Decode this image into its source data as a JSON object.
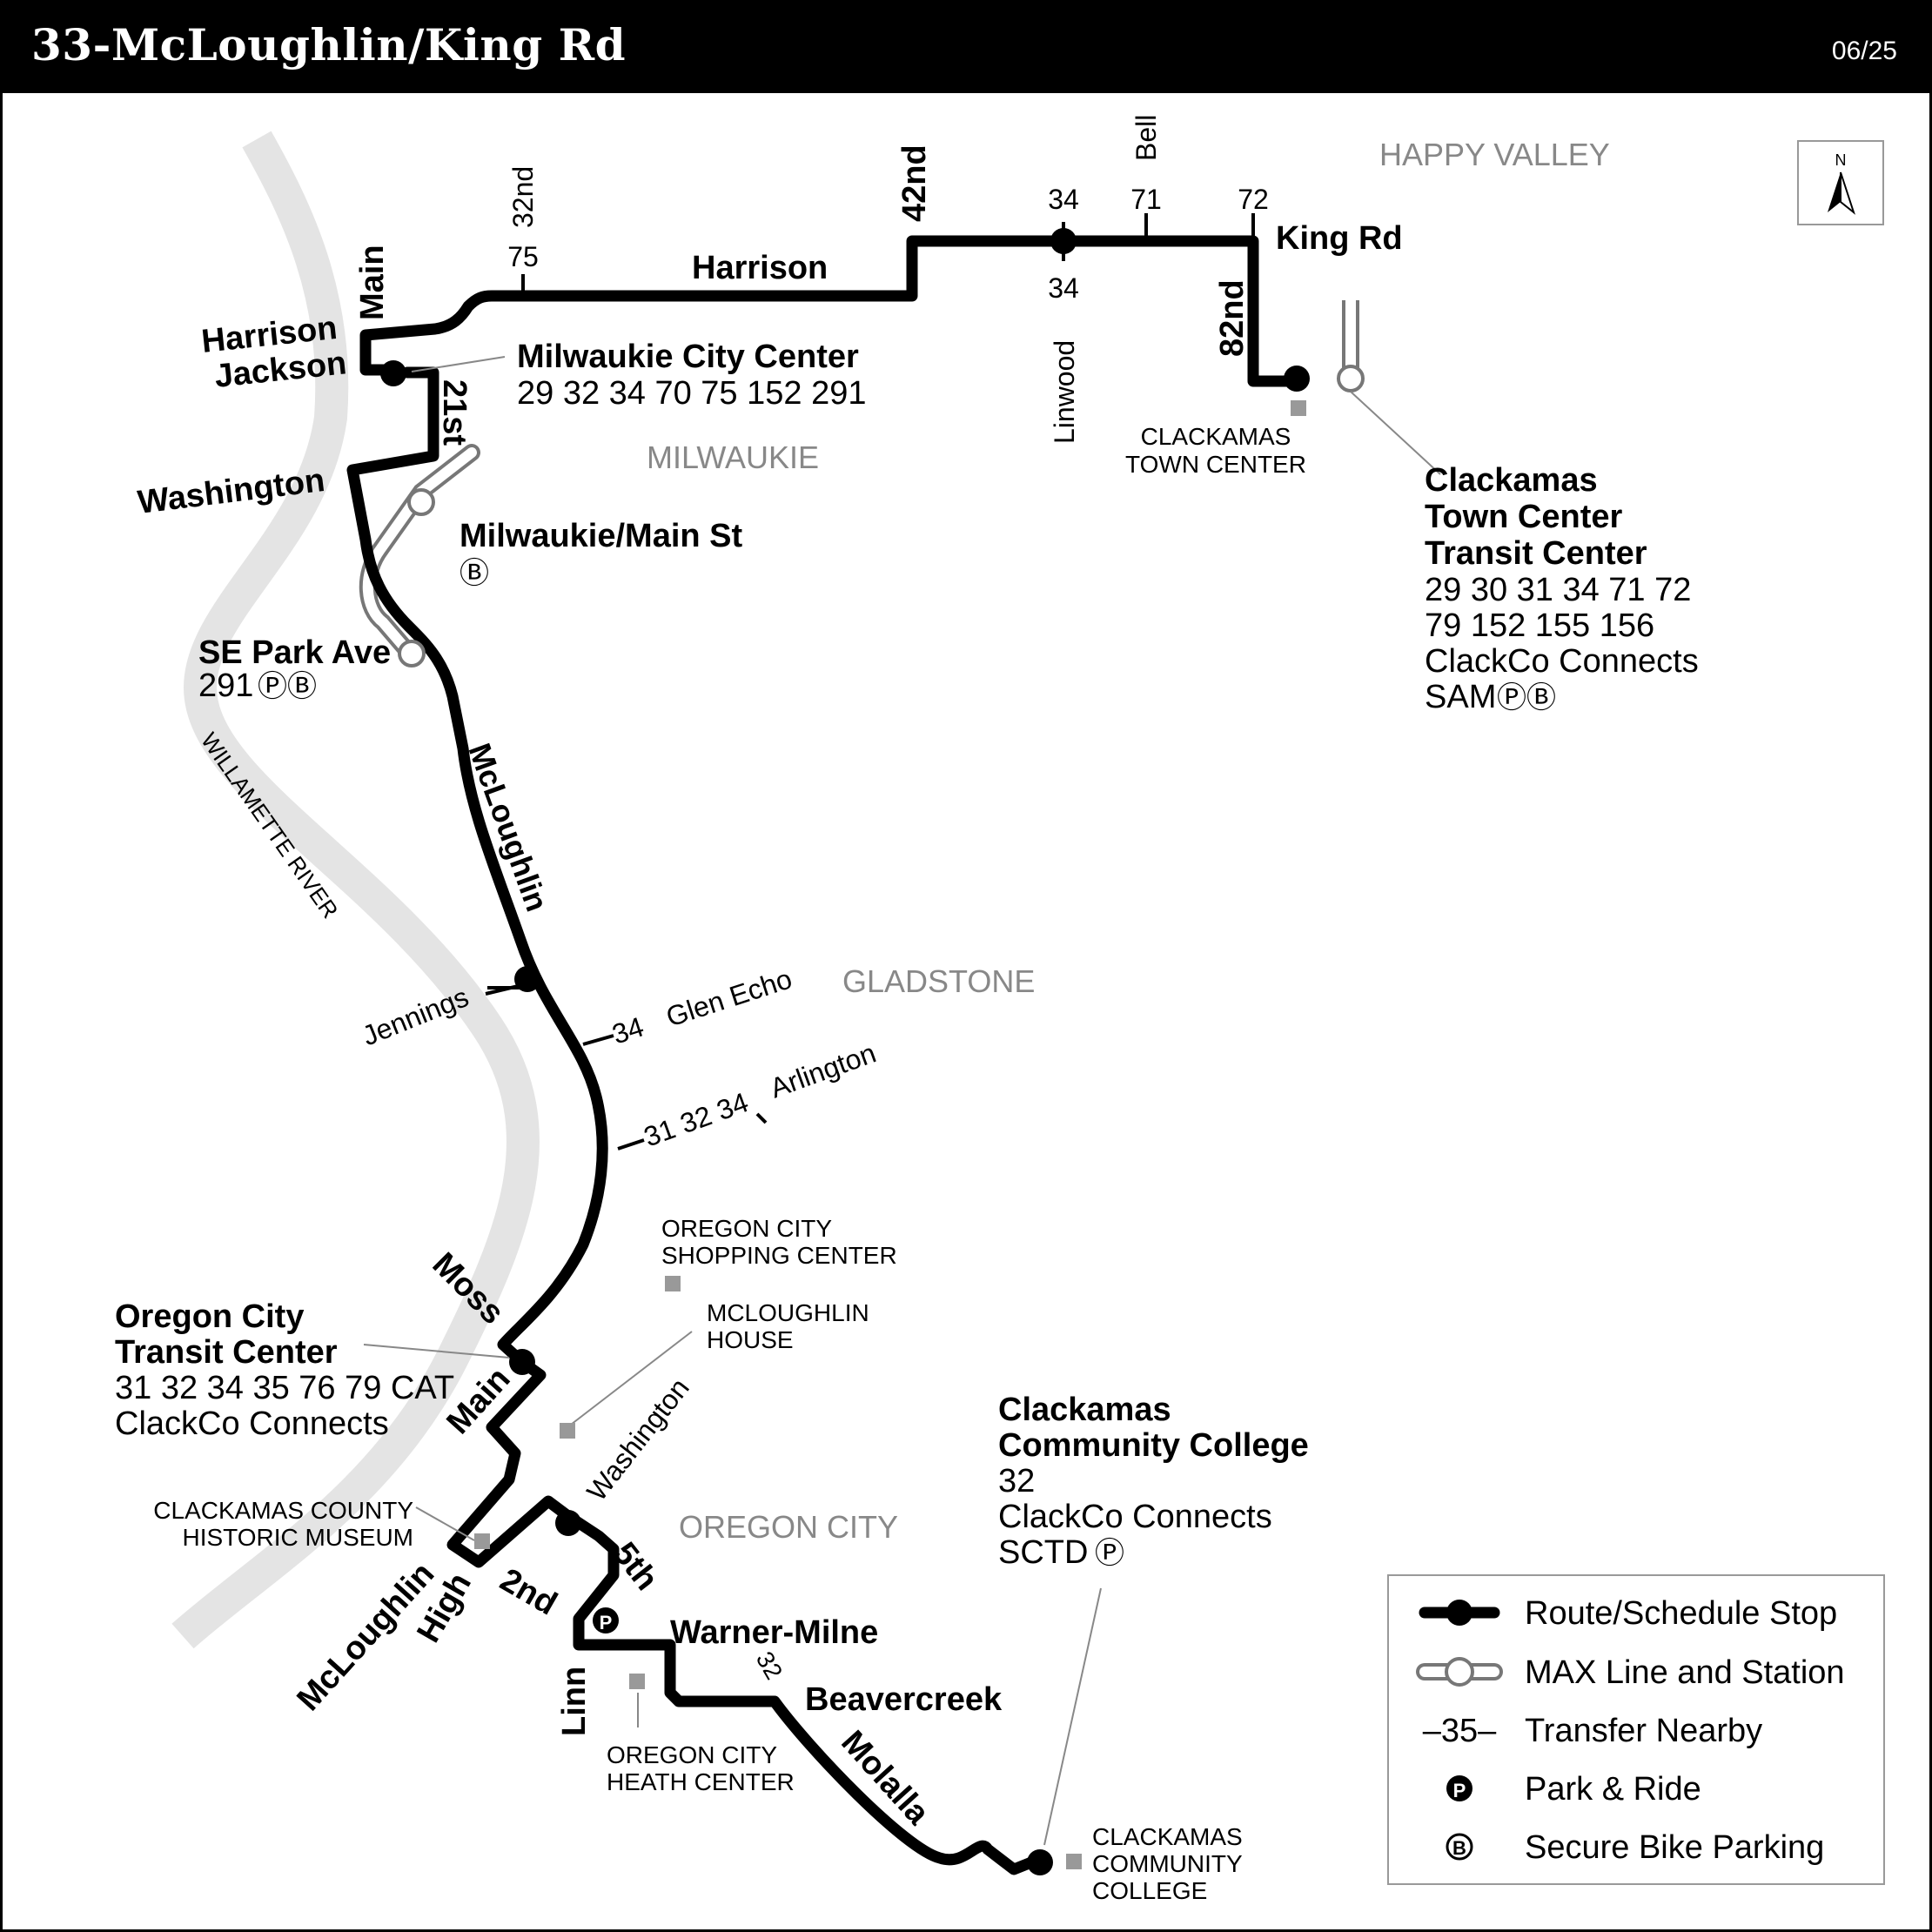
{
  "header": {
    "title": "33-McLoughlin/King Rd",
    "date": "06/25"
  },
  "areas": {
    "happy_valley": "HAPPY VALLEY",
    "milwaukie": "MILWAUKIE",
    "gladstone": "GLADSTONE",
    "oregon_city": "OREGON CITY"
  },
  "river": "WILLAMETTE RIVER",
  "compass": "N",
  "streets": {
    "main_north": "Main",
    "harrison_west": "Harrison",
    "jackson": "Jackson",
    "st21": "21st",
    "washington_north": "Washington",
    "harrison": "Harrison",
    "nd42": "42nd",
    "king_rd": "King Rd",
    "nd82": "82nd",
    "nd32": "32nd",
    "linwood": "Linwood",
    "bell": "Bell",
    "mcloughlin_north": "McLoughlin",
    "jennings": "Jennings",
    "glen_echo": "Glen Echo",
    "arlington": "Arlington",
    "moss": "Moss",
    "main_south": "Main",
    "washington_south": "Washington",
    "fifth": "5th",
    "second": "2nd",
    "high": "High",
    "mcloughlin_south": "McLoughlin",
    "linn": "Linn",
    "warner_milne": "Warner-Milne",
    "beavercreek": "Beavercreek",
    "molalla": "Molalla"
  },
  "transfers": {
    "t75": "75",
    "t34a": "34",
    "t34b": "34",
    "t71": "71",
    "t72": "72",
    "t34c": "34",
    "t31_32_34": "31 32 34",
    "t32": "32"
  },
  "stops": {
    "milwaukie_cc": {
      "name": "Milwaukie City Center",
      "routes": "29 32 34 70 75 152 291"
    },
    "milwaukie_main": {
      "name": "Milwaukie/Main St",
      "amenity": "Ⓑ"
    },
    "se_park": {
      "name": "SE Park Ave",
      "routes": "291",
      "amenity": "ⓅⒷ"
    },
    "ctc_tc": {
      "line1": "Clackamas",
      "line2": "Town Center",
      "line3": "Transit Center",
      "routes1": "29 30 31 34 71 72",
      "routes2": "79 152 155 156",
      "routes3": "ClackCo Connects",
      "routes4": "SAM",
      "amenity": "ⓅⒷ"
    },
    "octc": {
      "line1": "Oregon City",
      "line2": "Transit Center",
      "routes1": "31 32 34 35 76 79 CAT",
      "routes2": "ClackCo Connects"
    },
    "ccc": {
      "line1": "Clackamas",
      "line2": "Community College",
      "routes1": "32",
      "routes2": "ClackCo Connects",
      "routes3": "SCTD",
      "amenity": "Ⓟ"
    }
  },
  "landmarks": {
    "ctc": [
      "CLACKAMAS",
      "TOWN CENTER"
    ],
    "ocsc": [
      "OREGON CITY",
      "SHOPPING CENTER"
    ],
    "mch": [
      "MCLOUGHLIN",
      "HOUSE"
    ],
    "cchm": [
      "CLACKAMAS COUNTY",
      "HISTORIC MUSEUM"
    ],
    "ochc": [
      "OREGON CITY",
      "HEATH CENTER"
    ],
    "ccc": [
      "CLACKAMAS",
      "COMMUNITY",
      "COLLEGE"
    ]
  },
  "legend": {
    "route_stop": "Route/Schedule Stop",
    "max_line": "MAX Line and Station",
    "transfer_symbol": "–35–",
    "transfer": "Transfer Nearby",
    "park_ride": "Park & Ride",
    "bike": "Secure Bike Parking"
  }
}
